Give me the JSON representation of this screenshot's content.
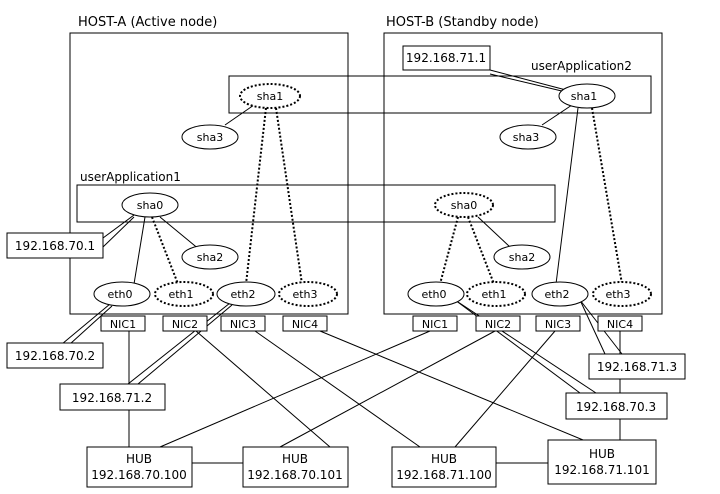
{
  "hosts": {
    "a": {
      "title": "HOST-A (Active node)"
    },
    "b": {
      "title": "HOST-B (Standby node)"
    }
  },
  "apps": {
    "app1": "userApplication1",
    "app2": "userApplication2"
  },
  "nodes": {
    "a_sha1": "sha1",
    "a_sha3": "sha3",
    "a_sha0": "sha0",
    "a_sha2": "sha2",
    "a_eth0": "eth0",
    "a_eth1": "eth1",
    "a_eth2": "eth2",
    "a_eth3": "eth3",
    "b_sha1": "sha1",
    "b_sha3": "sha3",
    "b_sha0": "sha0",
    "b_sha2": "sha2",
    "b_eth0": "eth0",
    "b_eth1": "eth1",
    "b_eth2": "eth2",
    "b_eth3": "eth3"
  },
  "nics": {
    "a1": "NIC1",
    "a2": "NIC2",
    "a3": "NIC3",
    "a4": "NIC4",
    "b1": "NIC1",
    "b2": "NIC2",
    "b3": "NIC3",
    "b4": "NIC4"
  },
  "ips": {
    "ip_70_1": "192.168.70.1",
    "ip_70_2": "192.168.70.2",
    "ip_71_2": "192.168.71.2",
    "ip_71_1": "192.168.71.1",
    "ip_71_3": "192.168.71.3",
    "ip_70_3": "192.168.70.3"
  },
  "hubs": {
    "h1": {
      "label": "HUB",
      "ip": "192.168.70.100"
    },
    "h2": {
      "label": "HUB",
      "ip": "192.168.70.101"
    },
    "h3": {
      "label": "HUB",
      "ip": "192.168.71.100"
    },
    "h4": {
      "label": "HUB",
      "ip": "192.168.71.101"
    }
  }
}
